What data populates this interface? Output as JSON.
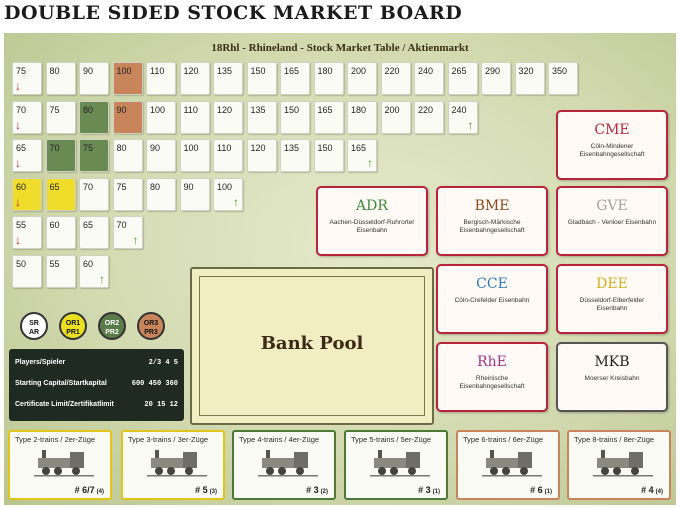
{
  "page_title": "DOUBLE SIDED STOCK MARKET BOARD",
  "board_heading": "18Rhl - Rhineland - Stock Market Table / Aktienmarkt",
  "market_rows": [
    {
      "cells": [
        {
          "v": "75",
          "arrow": "down"
        },
        {
          "v": "80"
        },
        {
          "v": "90"
        },
        {
          "v": "100",
          "color": "orange"
        },
        {
          "v": "110"
        },
        {
          "v": "120"
        },
        {
          "v": "135"
        },
        {
          "v": "150"
        },
        {
          "v": "165"
        },
        {
          "v": "180"
        },
        {
          "v": "200"
        },
        {
          "v": "220"
        },
        {
          "v": "240"
        },
        {
          "v": "265"
        },
        {
          "v": "290"
        },
        {
          "v": "320"
        },
        {
          "v": "350"
        }
      ]
    },
    {
      "cells": [
        {
          "v": "70",
          "arrow": "down"
        },
        {
          "v": "75"
        },
        {
          "v": "80",
          "color": "green"
        },
        {
          "v": "90",
          "color": "orange"
        },
        {
          "v": "100"
        },
        {
          "v": "110"
        },
        {
          "v": "120"
        },
        {
          "v": "135"
        },
        {
          "v": "150"
        },
        {
          "v": "165"
        },
        {
          "v": "180"
        },
        {
          "v": "200"
        },
        {
          "v": "220"
        },
        {
          "v": "240",
          "arrow": "up"
        }
      ]
    },
    {
      "cells": [
        {
          "v": "65",
          "arrow": "down"
        },
        {
          "v": "70",
          "color": "green"
        },
        {
          "v": "75",
          "color": "green"
        },
        {
          "v": "80"
        },
        {
          "v": "90"
        },
        {
          "v": "100"
        },
        {
          "v": "110"
        },
        {
          "v": "120"
        },
        {
          "v": "135"
        },
        {
          "v": "150"
        },
        {
          "v": "165",
          "arrow": "up"
        }
      ]
    },
    {
      "cells": [
        {
          "v": "60",
          "color": "yellow",
          "arrow": "down"
        },
        {
          "v": "65",
          "color": "yellow"
        },
        {
          "v": "70"
        },
        {
          "v": "75"
        },
        {
          "v": "80"
        },
        {
          "v": "90"
        },
        {
          "v": "100",
          "arrow": "up"
        }
      ]
    },
    {
      "cells": [
        {
          "v": "55",
          "arrow": "down"
        },
        {
          "v": "60"
        },
        {
          "v": "65"
        },
        {
          "v": "70",
          "arrow": "up"
        }
      ]
    },
    {
      "cells": [
        {
          "v": "50"
        },
        {
          "v": "55"
        },
        {
          "v": "60",
          "arrow": "up"
        }
      ]
    }
  ],
  "arrow_colors": {
    "down": "#c0202a",
    "up": "#4a9a2a"
  },
  "cell_colors": {
    "orange": "#c8845a",
    "green": "#6a8a54",
    "yellow": "#f0dc2a"
  },
  "corporations": {
    "cme": {
      "abbr": "CME",
      "name": "Cöln-Mindener Eisenbahngesellschaft",
      "color": "#b8243c"
    },
    "adr": {
      "abbr": "ADR",
      "name": "Aachen-Düsseldorf-Ruhrorter Eisenbahn",
      "color": "#3a8a3a"
    },
    "bme": {
      "abbr": "BME",
      "name": "Bergisch-Märkische Eisenbahngesellschaft",
      "color": "#8a4a1a"
    },
    "gve": {
      "abbr": "GVE",
      "name": "Gladbach - Venloer Eisenbahn",
      "color": "#a0a0a0"
    },
    "cce": {
      "abbr": "CCE",
      "name": "Cöln-Crefelder Eisenbahn",
      "color": "#2a7ac0"
    },
    "dee": {
      "abbr": "DEE",
      "name": "Düsseldorf-Elberfelder Eisenbahn",
      "color": "#d0b020"
    },
    "rhe": {
      "abbr": "RhE",
      "name": "Rheinische Eisenbahngesellschaft",
      "color": "#a0308a"
    },
    "mkb": {
      "abbr": "MKB",
      "name": "Moerser Kreisbahn",
      "color": "#222222"
    }
  },
  "bank_pool_label": "Bank Pool",
  "round_discs": [
    {
      "line1": "SR",
      "line2": "AR",
      "bg": "#ffffff",
      "fg": "#111111",
      "border": "#333333"
    },
    {
      "line1": "OR1",
      "line2": "PR1",
      "bg": "#e8e020",
      "fg": "#111111",
      "border": "#333333"
    },
    {
      "line1": "OR2",
      "line2": "PR2",
      "bg": "#5a7a4a",
      "fg": "#ffffff",
      "border": "#333333"
    },
    {
      "line1": "OR3",
      "line2": "PR3",
      "bg": "#c8845a",
      "fg": "#111111",
      "border": "#333333"
    }
  ],
  "players_table": {
    "rows": [
      {
        "label": "Players/Spieler",
        "values": "2/3    4     5"
      },
      {
        "label": "Starting Capital/Startkapital",
        "values": "600  450  360"
      },
      {
        "label": "Certificate Limit/Zertifikatlimit",
        "values": "20    15    12"
      }
    ]
  },
  "trains": [
    {
      "title": "Type 2-trains / 2er-Züge",
      "count": "# 6/7",
      "note": "(4)",
      "border": "#e0c51a"
    },
    {
      "title": "Type 3-trains / 3er-Züge",
      "count": "# 5",
      "note": "(3)",
      "border": "#e0c51a"
    },
    {
      "title": "Type 4-trains / 4er-Züge",
      "count": "# 3",
      "note": "(2)",
      "border": "#4c7a36"
    },
    {
      "title": "Type 5-trains / 5er-Züge",
      "count": "# 3",
      "note": "(1)",
      "border": "#4c7a36"
    },
    {
      "title": "Type 6-trains / 6er-Züge",
      "count": "# 6",
      "note": "(1)",
      "border": "#c8845a"
    },
    {
      "title": "Type 8-trains / 8er-Züge",
      "count": "# 4",
      "note": "(4)",
      "border": "#c8845a"
    }
  ]
}
